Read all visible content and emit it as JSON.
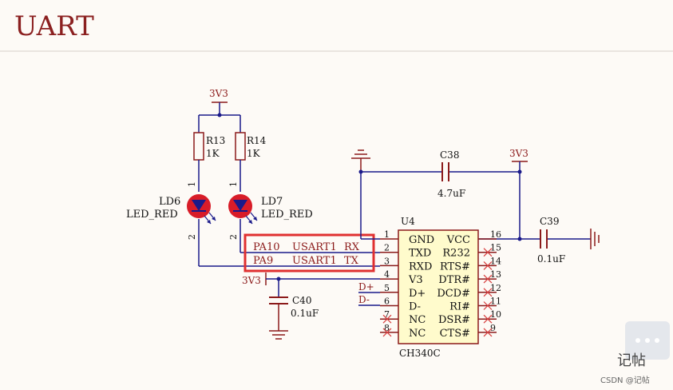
{
  "title": "UART",
  "power": {
    "left_3v3": "3V3",
    "right_3v3": "3V3",
    "pin4_3v3": "3V3"
  },
  "resistors": [
    {
      "ref": "R13",
      "value": "1K"
    },
    {
      "ref": "R14",
      "value": "1K"
    }
  ],
  "leds": [
    {
      "ref": "LD6",
      "value": "LED_RED",
      "pin1": "1",
      "pin2": "2"
    },
    {
      "ref": "LD7",
      "value": "LED_RED",
      "pin1": "1",
      "pin2": "2"
    }
  ],
  "capacitors": [
    {
      "ref": "C38",
      "value": "4.7uF"
    },
    {
      "ref": "C39",
      "value": "0.1uF"
    },
    {
      "ref": "C40",
      "value": "0.1uF"
    }
  ],
  "ic": {
    "ref": "U4",
    "part": "CH340C",
    "left_pins": [
      {
        "num": "1",
        "name": "GND"
      },
      {
        "num": "2",
        "name": "TXD"
      },
      {
        "num": "3",
        "name": "RXD"
      },
      {
        "num": "4",
        "name": "V3"
      },
      {
        "num": "5",
        "name": "D+"
      },
      {
        "num": "6",
        "name": "D-"
      },
      {
        "num": "7",
        "name": "NC"
      },
      {
        "num": "8",
        "name": "NC"
      }
    ],
    "right_pins": [
      {
        "num": "16",
        "name": "VCC"
      },
      {
        "num": "15",
        "name": "R232"
      },
      {
        "num": "14",
        "name": "RTS#"
      },
      {
        "num": "13",
        "name": "DTR#"
      },
      {
        "num": "12",
        "name": "DCD#"
      },
      {
        "num": "11",
        "name": "RI#"
      },
      {
        "num": "10",
        "name": "DSR#"
      },
      {
        "num": "9",
        "name": "CTS#"
      }
    ]
  },
  "net_labels": [
    {
      "port": "PA10",
      "signal": "USART1",
      "dir": "RX"
    },
    {
      "port": "PA9",
      "signal": "USART1",
      "dir": "TX"
    }
  ],
  "usb_labels": {
    "dp": "D+",
    "dm": "D-"
  },
  "watermark": {
    "wechat": "记帖",
    "csdn": "CSDN @记帖"
  },
  "colors": {
    "wire": "#1a1a8a",
    "component": "#8b1a1a",
    "text": "#111111",
    "title": "#8b2020",
    "highlight": "#e03030",
    "led": "#d81c28",
    "ic_fill": "#fffbcc"
  }
}
